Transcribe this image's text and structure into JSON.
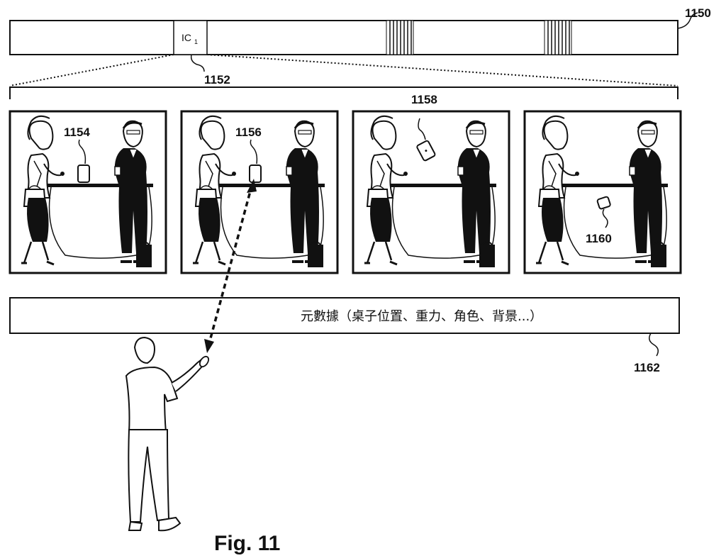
{
  "timeline": {
    "ic_label": "IC",
    "ic_subscript": "1",
    "ref": "1150"
  },
  "expansion_ref": "1152",
  "frames": [
    {
      "object_ref": "1154"
    },
    {
      "object_ref": "1156"
    },
    {
      "object_ref": "1158"
    },
    {
      "object_ref": "1160"
    }
  ],
  "metadata_bar": {
    "text": "元數據（桌子位置、重力、角色、背景...）",
    "ref": "1162"
  },
  "figure_label": "Fig. 11",
  "colors": {
    "ink": "#111111",
    "background": "#ffffff"
  }
}
